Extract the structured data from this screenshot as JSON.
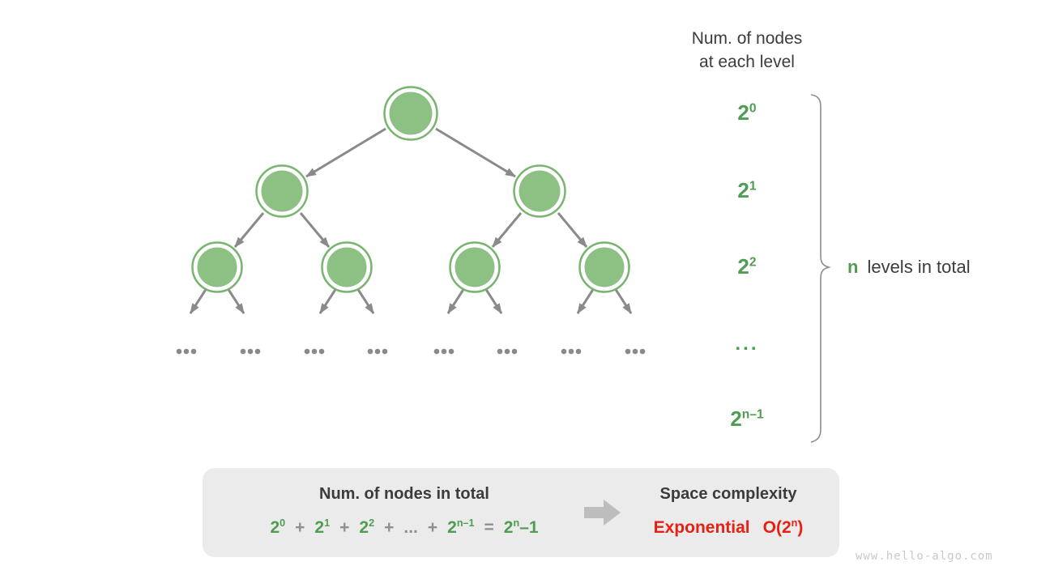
{
  "header": {
    "line1": "Num. of nodes",
    "line2": "at each level"
  },
  "levels": [
    {
      "base": "2",
      "sup": "0"
    },
    {
      "base": "2",
      "sup": "1"
    },
    {
      "base": "2",
      "sup": "2"
    },
    {
      "text": "..."
    },
    {
      "base": "2",
      "sup": "n–1"
    }
  ],
  "brace_label": {
    "highlight": "n",
    "rest": "levels in total"
  },
  "tree": {
    "nodes_per_level": [
      1,
      2,
      4
    ],
    "ellipsis_groups": 8
  },
  "summary": {
    "left_title": "Num. of nodes in total",
    "formula": {
      "t0": {
        "base": "2",
        "sup": "0"
      },
      "plus": "+",
      "t1": {
        "base": "2",
        "sup": "1"
      },
      "t2": {
        "base": "2",
        "sup": "2"
      },
      "dots": "...",
      "t3": {
        "base": "2",
        "sup": "n–1"
      },
      "equals": "=",
      "result": {
        "base": "2",
        "sup": "n",
        "suffix": "–1"
      }
    },
    "right_title": "Space complexity",
    "complexity": {
      "word": "Exponential",
      "o_open": "O(2",
      "o_sup": "n",
      "o_close": ")"
    }
  },
  "watermark": "www.hello-algo.com",
  "colors": {
    "green_text": "#4f9d52",
    "node_fill": "#8cc183",
    "node_stroke": "#77b56e",
    "edge_gray": "#8a8a8a",
    "dark_text": "#3c3c3c",
    "operator_gray": "#8f8f8f",
    "red": "#e62113",
    "box_bg": "#ebebeb"
  }
}
